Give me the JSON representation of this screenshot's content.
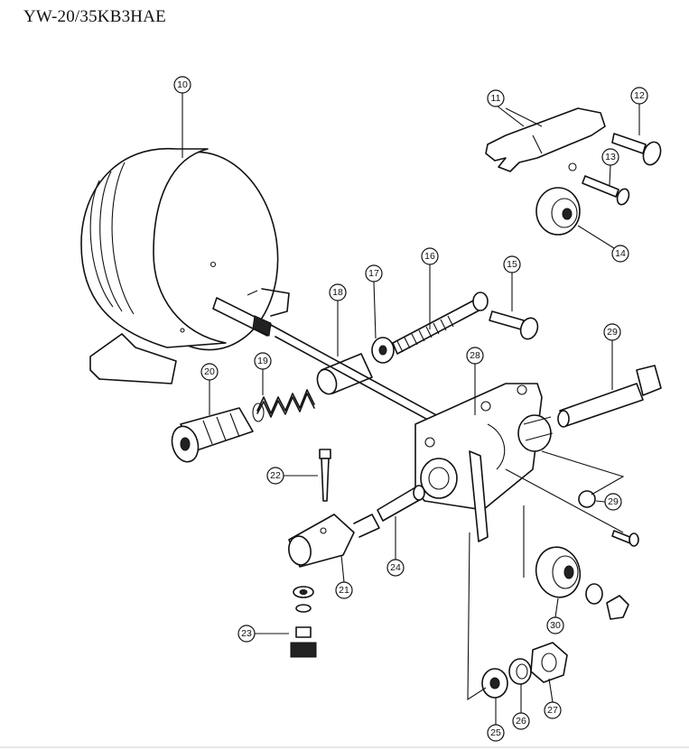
{
  "title": "YW-20/35KB3HAE",
  "callouts": [
    "10",
    "11",
    "12",
    "13",
    "14",
    "15",
    "16",
    "17",
    "18",
    "19",
    "20",
    "22",
    "28",
    "29",
    "29",
    "24",
    "21",
    "23",
    "30",
    "25",
    "26",
    "27"
  ]
}
